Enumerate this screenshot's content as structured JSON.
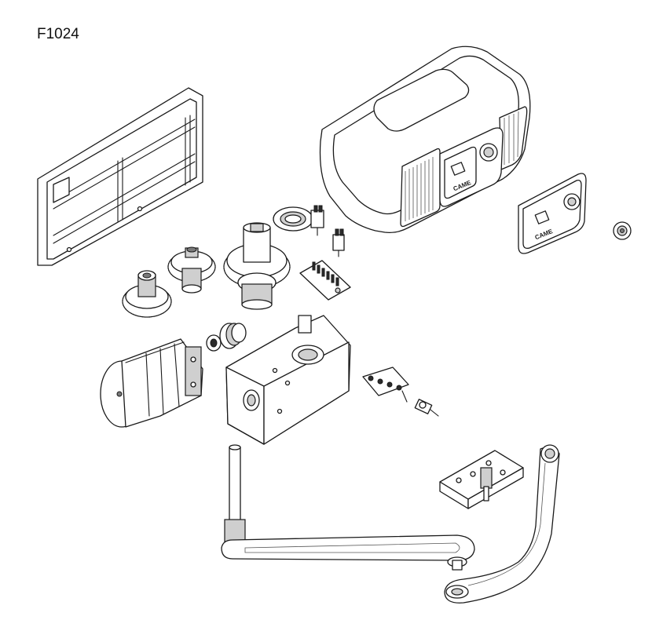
{
  "diagram": {
    "code": "F1024",
    "brand_logo": "CAME",
    "line_color": "#1a1a1a",
    "background": "#ffffff",
    "parts": [
      "mounting-plate",
      "cover",
      "selector-plate",
      "cap",
      "ring-nut",
      "microswitch-connectors",
      "terminal-board",
      "double-gear-small",
      "double-gear-medium",
      "output-gear-shaft",
      "worm-screw",
      "motor",
      "gearbox",
      "cable-clamps",
      "release-key",
      "transmission-arm",
      "bracket",
      "curved-arm"
    ]
  }
}
